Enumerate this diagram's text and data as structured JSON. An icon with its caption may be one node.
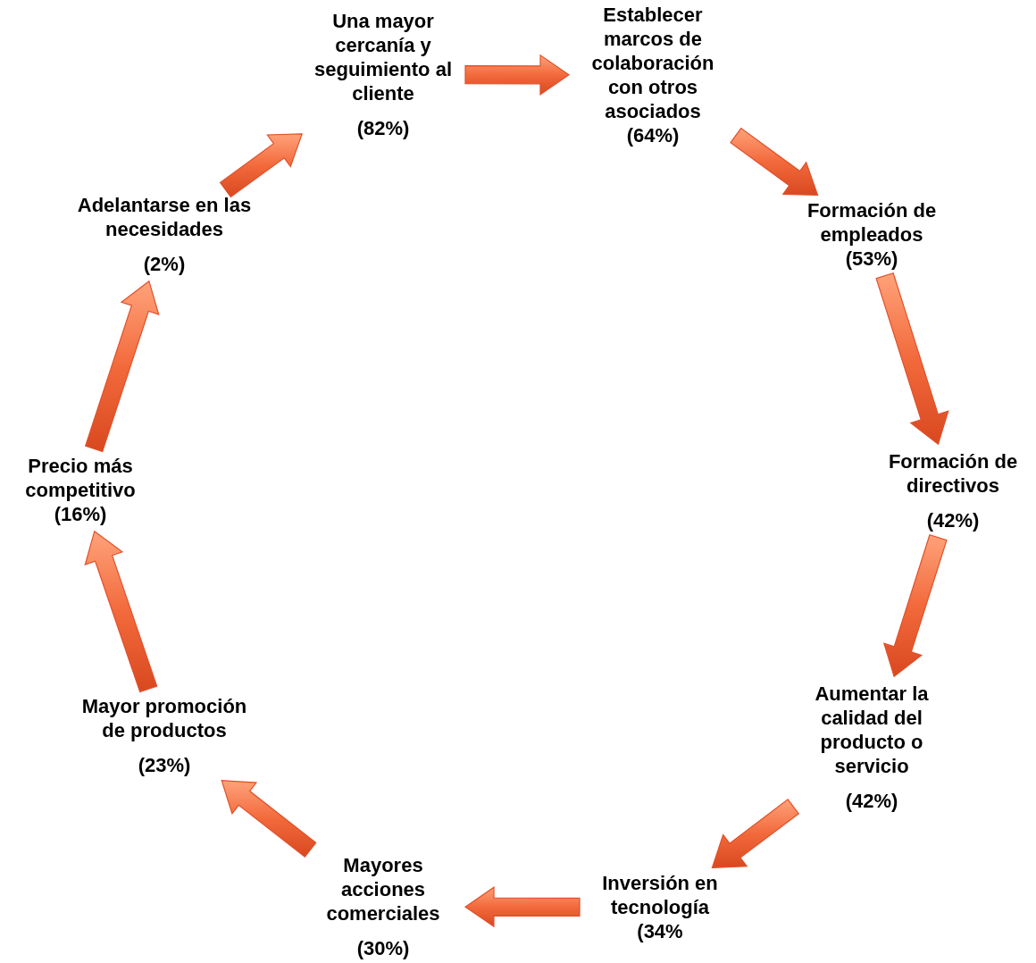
{
  "diagram": {
    "nodes": [
      {
        "text": [
          "Una mayor cercanía y seguimiento al cliente",
          "(82%)"
        ]
      },
      {
        "text": [
          "Establecer marcos de colaboración con otros asociados",
          "(64%)"
        ]
      },
      {
        "text": [
          "Formación de empleados",
          "(53%)"
        ]
      },
      {
        "text": [
          "Formación de directivos",
          "(42%)"
        ]
      },
      {
        "text": [
          "Aumentar la calidad del producto o servicio",
          "(42%)"
        ]
      },
      {
        "text": [
          "Inversión en tecnología",
          "(34%"
        ]
      },
      {
        "text": [
          "Mayores acciones comerciales",
          "(30%)"
        ]
      },
      {
        "text": [
          "Mayor promoción de productos",
          "(23%)"
        ]
      },
      {
        "text": [
          "Precio más competitivo",
          "(16%)"
        ]
      },
      {
        "text": [
          "Adelantarse en las necesidades",
          "(2%)"
        ]
      }
    ],
    "edges": [
      {
        "from": 0,
        "to": 1,
        "arrow": "to"
      },
      {
        "from": 1,
        "to": 2,
        "arrow": "to"
      },
      {
        "from": 2,
        "to": 3,
        "arrow": "to"
      },
      {
        "from": 3,
        "to": 4,
        "arrow": "to"
      },
      {
        "from": 4,
        "to": 5,
        "arrow": "to"
      },
      {
        "from": 5,
        "to": 6,
        "arrow": "to"
      },
      {
        "from": 6,
        "to": 7,
        "arrow": "to"
      },
      {
        "from": 7,
        "to": 8,
        "arrow": "to"
      },
      {
        "from": 8,
        "to": 9,
        "arrow": "to"
      },
      {
        "from": 9,
        "to": 0,
        "arrow": "to"
      }
    ]
  }
}
